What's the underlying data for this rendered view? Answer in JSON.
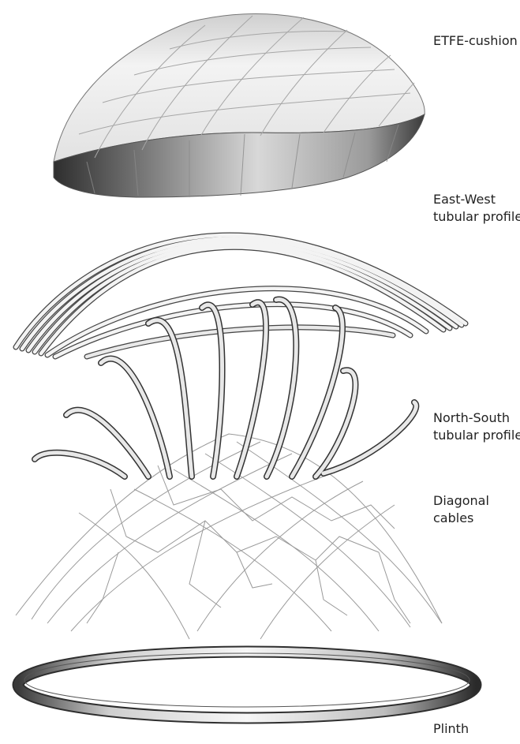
{
  "labels": {
    "etfe": [
      "ETFE-cushion"
    ],
    "east_west": [
      "East-West",
      "tubular profile"
    ],
    "north_south": [
      "North-South",
      "tubular profile"
    ],
    "diagonal": [
      "Diagonal",
      "cables"
    ],
    "plinth": [
      "Plinth"
    ]
  },
  "colors": {
    "tube_light": "#f4f4f4",
    "tube_dark": "#3a3a3a",
    "cable": "#9a9a9a",
    "text": "#222222"
  }
}
